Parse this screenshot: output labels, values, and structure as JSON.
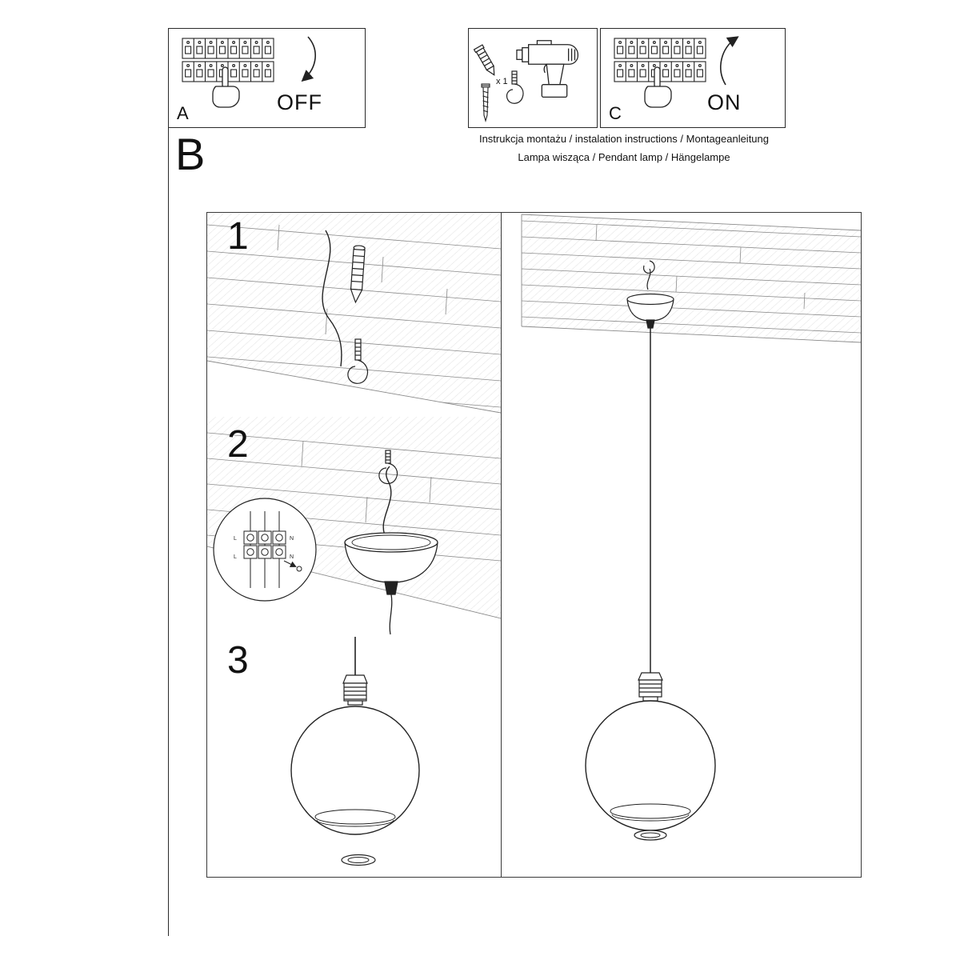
{
  "header": {
    "panel_a": {
      "label": "A",
      "state": "OFF"
    },
    "panel_c": {
      "label": "C",
      "state": "ON"
    },
    "parts": {
      "plug_count": "x 1"
    },
    "instructions_line1": "Instrukcja montażu / instalation instructions / Montageanleitung",
    "instructions_line2": "Lampa wisząca / Pendant lamp / Hängelampe"
  },
  "section_label": "B",
  "steps": {
    "step1": "1",
    "step2": "2",
    "step3": "3"
  },
  "wiring_labels": {
    "l_top": "L",
    "n_top": "N",
    "l_bottom": "L",
    "n_bottom": "N"
  },
  "colors": {
    "ink": "#1a1a1a",
    "hatch": "#8a8a8a"
  }
}
